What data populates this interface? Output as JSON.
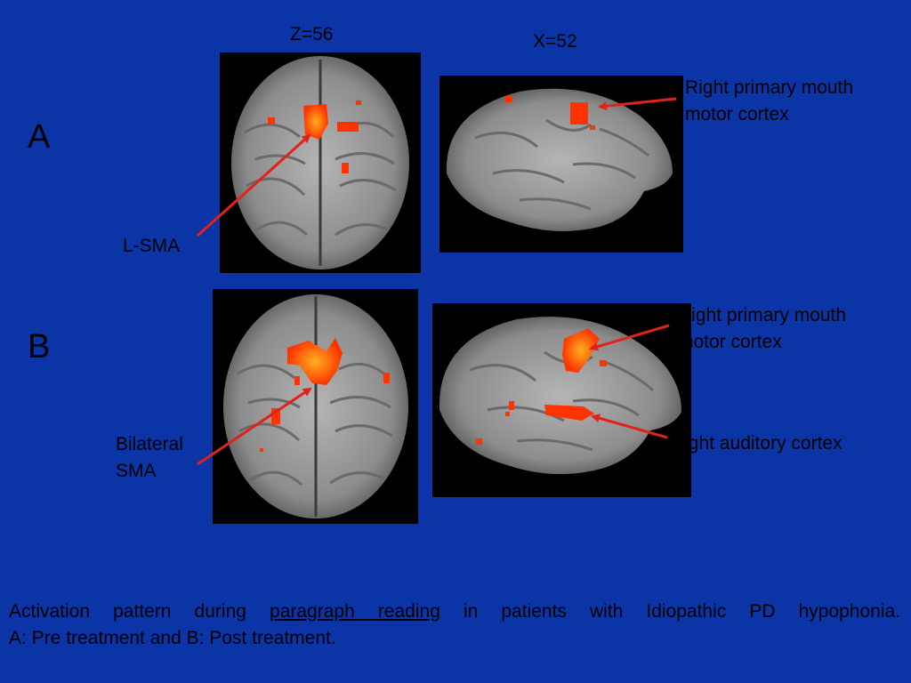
{
  "headers": {
    "axial_slice": "Z=56",
    "sagittal_slice": "X=52"
  },
  "rows": [
    {
      "label": "A",
      "annotations": {
        "axial": "L-SMA",
        "sagittal_1": "Right primary mouth",
        "sagittal_2": "motor cortex"
      }
    },
    {
      "label": "B",
      "annotations": {
        "axial_1": "Bilateral",
        "axial_2": "SMA",
        "sagittal_1": "Right primary mouth",
        "sagittal_2": "motor cortex",
        "sagittal_auditory": "Right auditory cortex"
      }
    }
  ],
  "caption": {
    "part1": "Activation pattern during",
    "underlined": "paragraph reading",
    "part2": "in patients with Idiopathic PD hypophonia.",
    "line2": "A:  Pre treatment and B:  Post treatment."
  },
  "colors": {
    "background": "#0b35a6",
    "arrow": "#e0221a",
    "activation": "#ff3300",
    "activation_core": "#ffb020"
  }
}
